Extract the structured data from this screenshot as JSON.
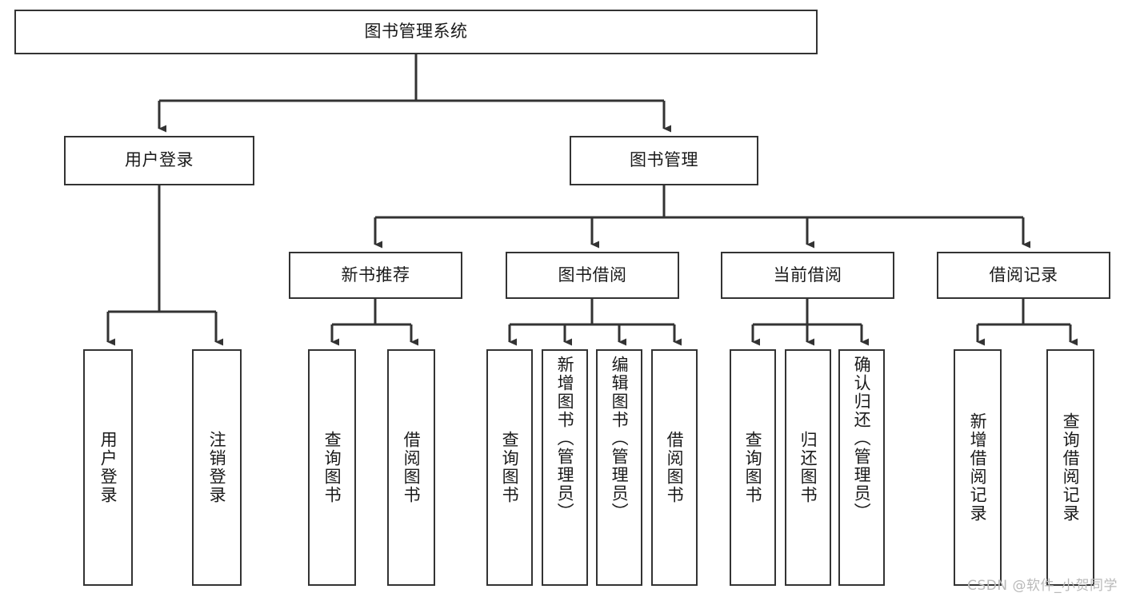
{
  "diagram": {
    "type": "tree",
    "orientation": "top-down",
    "root": {
      "id": "root",
      "label": "图书管理系统",
      "text_orientation": "horizontal"
    },
    "level2": [
      {
        "id": "user-login",
        "label": "用户登录",
        "text_orientation": "horizontal"
      },
      {
        "id": "book-management",
        "label": "图书管理",
        "text_orientation": "horizontal"
      }
    ],
    "level3": [
      {
        "id": "new-book-recommend",
        "label": "新书推荐",
        "parent": "book-management",
        "text_orientation": "horizontal"
      },
      {
        "id": "book-borrow",
        "label": "图书借阅",
        "parent": "book-management",
        "text_orientation": "horizontal"
      },
      {
        "id": "current-borrow",
        "label": "当前借阅",
        "parent": "book-management",
        "text_orientation": "horizontal"
      },
      {
        "id": "borrow-record",
        "label": "借阅记录",
        "parent": "book-management",
        "text_orientation": "horizontal"
      }
    ],
    "leaves": [
      {
        "id": "leaf-user-login",
        "label": "用户登录",
        "parent": "user-login",
        "text_orientation": "vertical"
      },
      {
        "id": "leaf-logout-login",
        "label": "注销登录",
        "parent": "user-login",
        "text_orientation": "vertical"
      },
      {
        "id": "leaf-query-book-recommend",
        "label": "查询图书",
        "parent": "new-book-recommend",
        "text_orientation": "vertical"
      },
      {
        "id": "leaf-borrow-book-recommend",
        "label": "借阅图书",
        "parent": "new-book-recommend",
        "text_orientation": "vertical"
      },
      {
        "id": "leaf-query-book-borrow",
        "label": "查询图书",
        "parent": "book-borrow",
        "text_orientation": "vertical"
      },
      {
        "id": "leaf-add-book",
        "label": "新增图书（管理员）",
        "parent": "book-borrow",
        "text_orientation": "vertical"
      },
      {
        "id": "leaf-edit-book",
        "label": "编辑图书（管理员）",
        "parent": "book-borrow",
        "text_orientation": "vertical"
      },
      {
        "id": "leaf-borrow-book",
        "label": "借阅图书",
        "parent": "book-borrow",
        "text_orientation": "vertical"
      },
      {
        "id": "leaf-query-book-current",
        "label": "查询图书",
        "parent": "current-borrow",
        "text_orientation": "vertical"
      },
      {
        "id": "leaf-return-book",
        "label": "归还图书",
        "parent": "current-borrow",
        "text_orientation": "vertical"
      },
      {
        "id": "leaf-confirm-return",
        "label": "确认归还（管理员）",
        "parent": "current-borrow",
        "text_orientation": "vertical"
      },
      {
        "id": "leaf-add-borrow-record",
        "label": "新增借阅记录",
        "parent": "borrow-record",
        "text_orientation": "vertical"
      },
      {
        "id": "leaf-query-borrow-record",
        "label": "查询借阅记录",
        "parent": "borrow-record",
        "text_orientation": "vertical"
      }
    ],
    "colors": {
      "box_border": "#333333",
      "box_fill": "#ffffff",
      "connector": "#333333",
      "text": "#1a1a1a",
      "watermark": "#b9b9b9",
      "canvas": "#ffffff"
    }
  },
  "watermark": {
    "text": "CSDN @软件_小贺同学"
  }
}
